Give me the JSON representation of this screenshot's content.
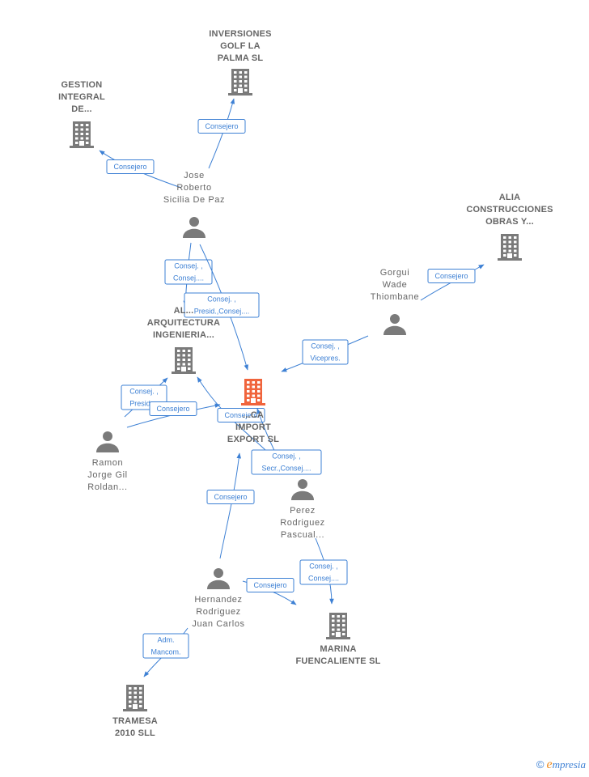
{
  "colors": {
    "edge": "#3d80d4",
    "node": "#7a7a7a",
    "main_node": "#f0643c",
    "label": "#666666"
  },
  "brand": {
    "copyright": "©",
    "e": "e",
    "rest": "mpresia"
  },
  "nodes": [
    {
      "id": "inversiones",
      "kind": "company",
      "label": [
        "INVERSIONES",
        "GOLF LA",
        "PALMA SL"
      ]
    },
    {
      "id": "gestion",
      "kind": "company",
      "label": [
        "GESTION",
        "INTEGRAL",
        "DE..."
      ]
    },
    {
      "id": "alia",
      "kind": "company",
      "label": [
        "ALIA",
        "CONSTRUCCIONES",
        "OBRAS Y..."
      ]
    },
    {
      "id": "arquitectura",
      "kind": "company",
      "label": [
        "AL...",
        "ARQUITECTURA",
        "INGENIERIA..."
      ]
    },
    {
      "id": "main",
      "kind": "company",
      "main": true,
      "label": [
        "...CA",
        "IMPORT",
        "EXPORT SL"
      ]
    },
    {
      "id": "marina",
      "kind": "company",
      "label": [
        "MARINA",
        "FUENCALIENTE SL"
      ]
    },
    {
      "id": "tramesa",
      "kind": "company",
      "label": [
        "TRAMESA",
        "2010 SLL"
      ]
    },
    {
      "id": "jose",
      "kind": "person",
      "label": [
        "Jose",
        "Roberto",
        "Sicilia De Paz"
      ]
    },
    {
      "id": "gorgui",
      "kind": "person",
      "label": [
        "Gorgui",
        "Wade",
        "Thiombane"
      ]
    },
    {
      "id": "ramon",
      "kind": "person",
      "label": [
        "Ramon",
        "Jorge Gil",
        "Roldan..."
      ]
    },
    {
      "id": "perez",
      "kind": "person",
      "label": [
        "Perez",
        "Rodriguez",
        "Pascual..."
      ]
    },
    {
      "id": "hernandez",
      "kind": "person",
      "label": [
        "Hernandez",
        "Rodriguez",
        "Juan Carlos"
      ]
    }
  ],
  "edges": [
    {
      "id": "jose-inversiones",
      "label": [
        "Consejero"
      ]
    },
    {
      "id": "jose-gestion",
      "label": [
        "Consejero"
      ]
    },
    {
      "id": "jose-arquitectura",
      "label": [
        "Consej. ,",
        "Consej...."
      ]
    },
    {
      "id": "jose-main",
      "label": [
        "Consej. ,",
        "Presid.,Consej...."
      ]
    },
    {
      "id": "gorgui-alia",
      "label": [
        "Consejero"
      ]
    },
    {
      "id": "gorgui-main",
      "label": [
        "Consej. ,",
        "Vicepres."
      ]
    },
    {
      "id": "ramon-arquitectura",
      "label": [
        "Consej. ,",
        "Presid...."
      ]
    },
    {
      "id": "ramon-main",
      "label": [
        "Consejero"
      ]
    },
    {
      "id": "perez-arquitectura",
      "label": [
        "Consejero"
      ]
    },
    {
      "id": "perez-main",
      "label": [
        "Consej. ,",
        "Secr.,Consej...."
      ]
    },
    {
      "id": "perez-marina",
      "label": [
        "Consej. ,",
        "Consej...."
      ]
    },
    {
      "id": "hernandez-main",
      "label": [
        "Consejero"
      ]
    },
    {
      "id": "hernandez-marina",
      "label": [
        "Consejero"
      ]
    },
    {
      "id": "hernandez-tramesa",
      "label": [
        "Adm.",
        "Mancom."
      ]
    }
  ]
}
